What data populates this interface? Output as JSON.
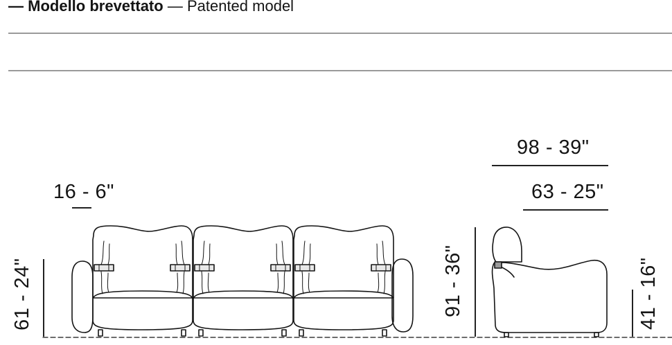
{
  "header": {
    "prefix": "—",
    "title_it": "Modello brevettato",
    "separator": "—",
    "title_en": "Patented model"
  },
  "dimensions": {
    "arm_width": "16 - 6\"",
    "sofa_height": "61 - 24\"",
    "side_height": "91 - 36\"",
    "total_depth": "98 - 39\"",
    "seat_depth": "63 - 25\"",
    "seat_height": "41 - 16\""
  },
  "colors": {
    "line": "#141414",
    "rule": "#9a9a9a",
    "strap": "#e8e8e8"
  }
}
